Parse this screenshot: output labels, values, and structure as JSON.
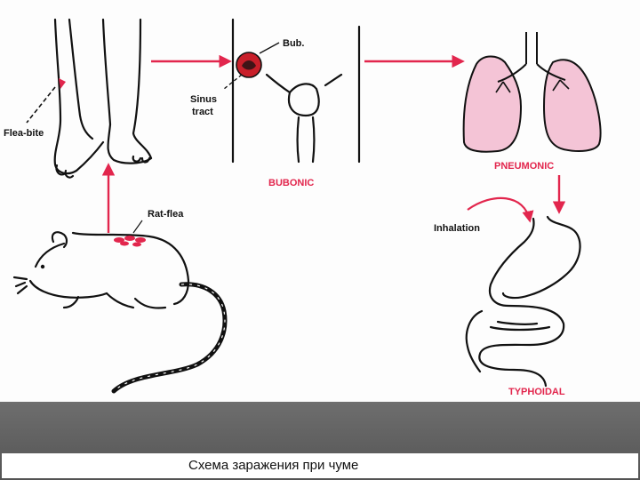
{
  "labels": {
    "flea_bite": "Flea-bite",
    "bub": "Bub.",
    "sinus_line1": "Sinus",
    "sinus_line2": "tract",
    "bubonic": "BUBONIC",
    "pneumonic": "PNEUMONIC",
    "inhalation": "Inhalation",
    "rat_flea": "Rat-flea",
    "typhoidal": "TYPHOIDAL"
  },
  "caption": "Схема заражения при чуме",
  "colors": {
    "accent": "#e2264d",
    "lung_fill": "#f4c4d6",
    "ink": "#111111",
    "caption_bg": "#5a5a5a"
  }
}
